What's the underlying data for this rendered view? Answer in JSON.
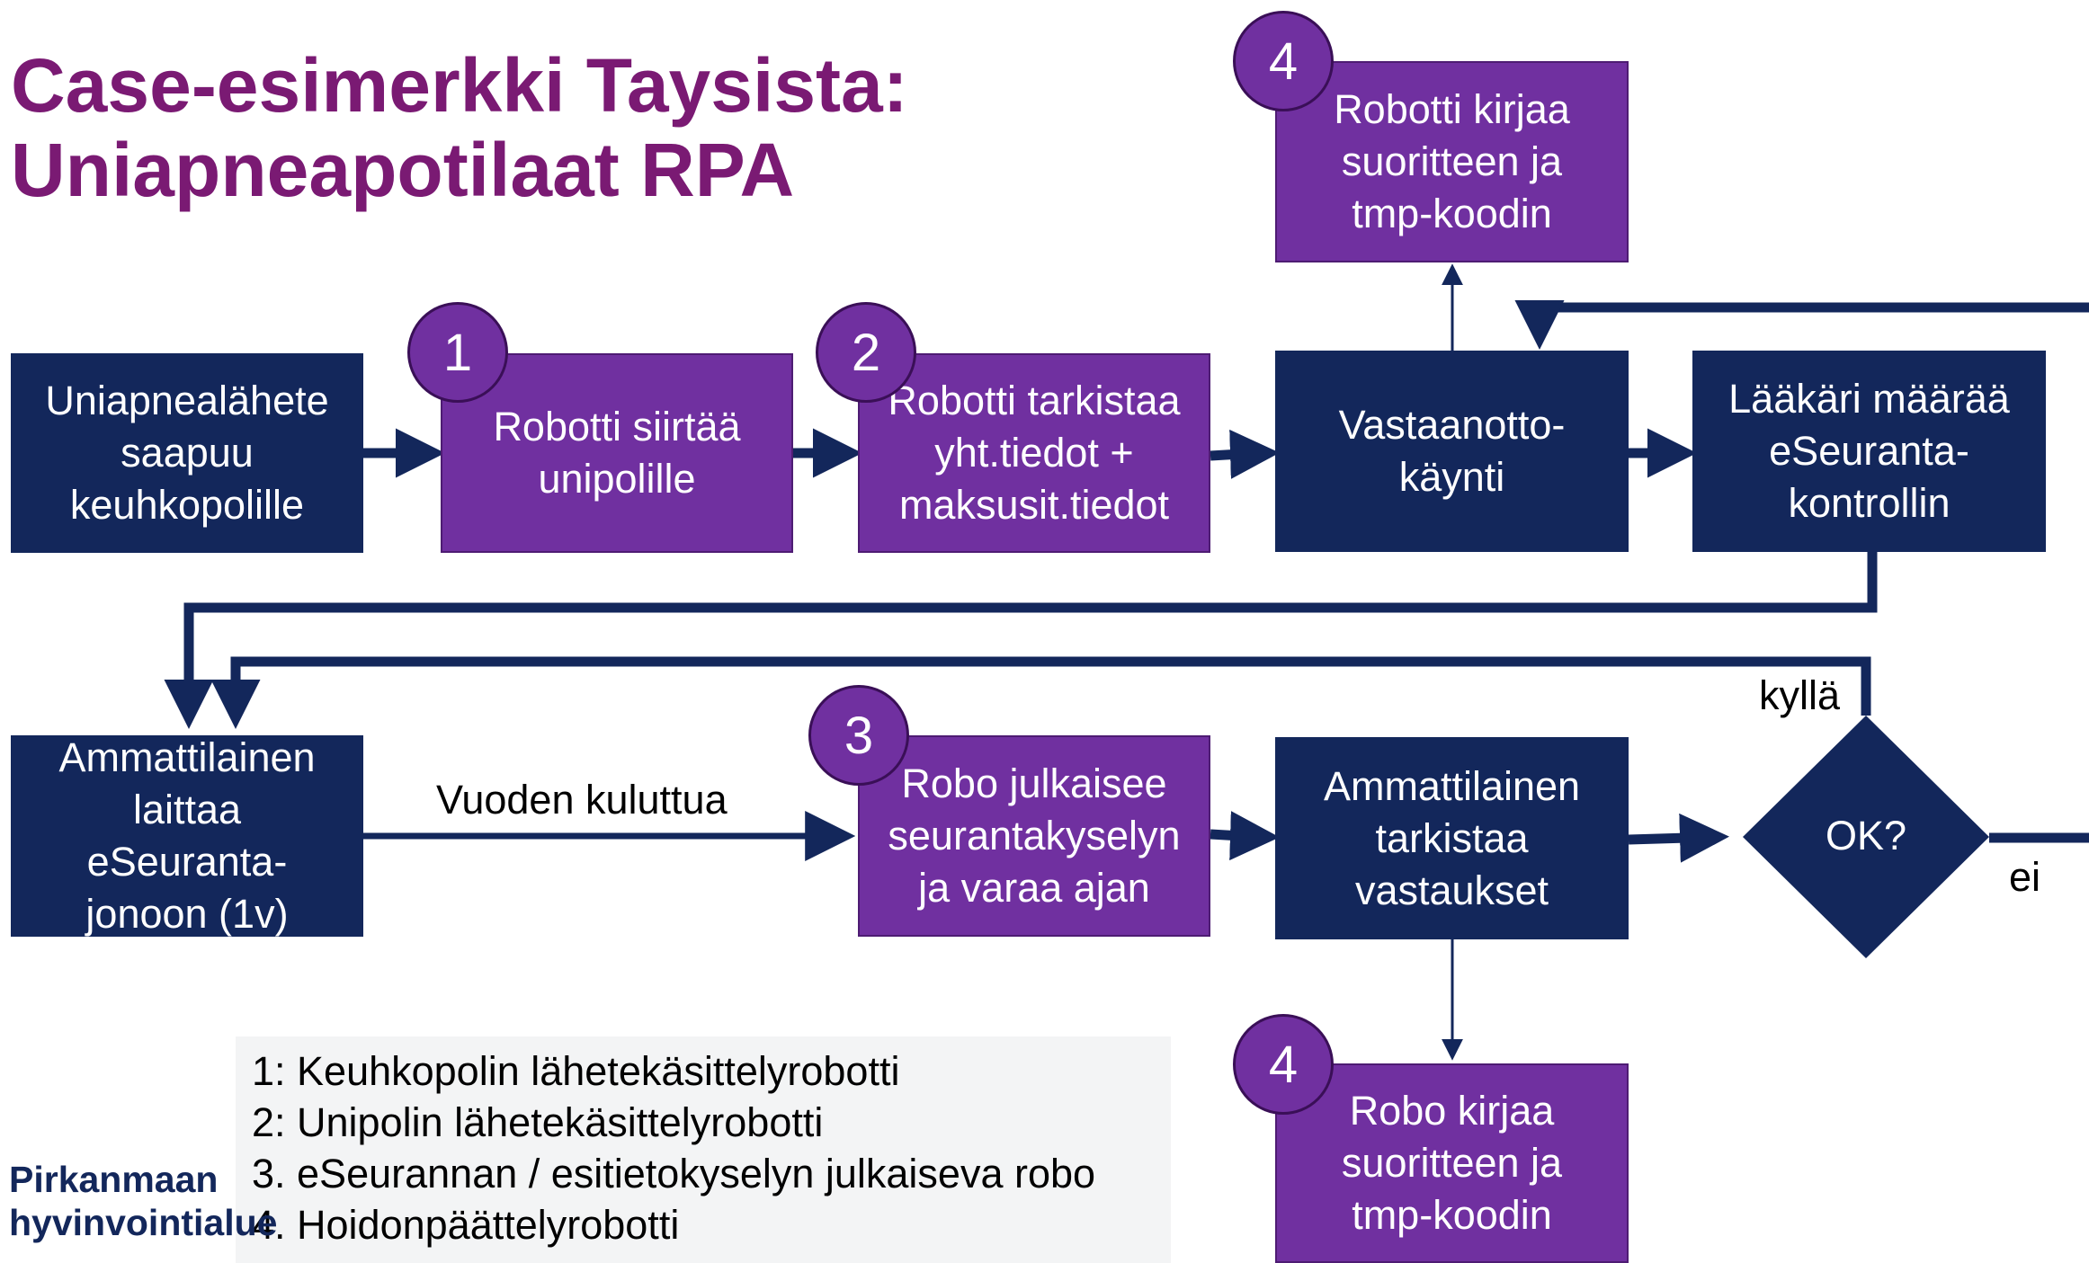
{
  "title": {
    "line1": "Case-esimerkki Taysista:",
    "line2": "Uniapneapotilaat RPA"
  },
  "boxes": {
    "referral": "Uniapnealähete\nsaapuu\nkeuhkopolille",
    "robot_move": "Robotti siirtää\nunipolille",
    "robot_check": "Robotti tarkistaa\nyht.tiedot +\nmaksusit.tiedot",
    "visit": "Vastaanotto-\nkäynti",
    "doctor": "Lääkäri määrää\neSeuranta-\nkontrollin",
    "robot_record_top": "Robotti kirjaa\nsuoritteen ja\ntmp-koodin",
    "professional_queue": "Ammattilainen\nlaittaa\neSeuranta-\njonoon (1v)",
    "robo_publish": "Robo julkaisee\nseurantakyselyn\nja varaa ajan",
    "professional_check": "Ammattilainen\ntarkistaa\nvastaukset",
    "decision": "OK?",
    "robo_record_bottom": "Robo kirjaa\nsuoritteen ja\ntmp-koodin"
  },
  "badges": {
    "b_robot_move": "1",
    "b_robot_check": "2",
    "b_robo_publish": "3",
    "b_record_top": "4",
    "b_record_bottom": "4"
  },
  "labels": {
    "year_later": "Vuoden kuluttua",
    "yes": "kyllä",
    "no": "ei"
  },
  "legend": [
    "1: Keuhkopolin lähetekäsittelyrobotti",
    "2: Unipolin lähetekäsittelyrobotti",
    "3. eSeurannan / esitietokyselyn julkaiseva robo",
    "4. Hoidonpäättelyrobotti"
  ],
  "logo": {
    "line1": "Pirkanmaan",
    "line2": "hyvinvointialue"
  },
  "colors": {
    "navy": "#13275b",
    "purple": "#7030a0",
    "title": "#7a1a73"
  }
}
